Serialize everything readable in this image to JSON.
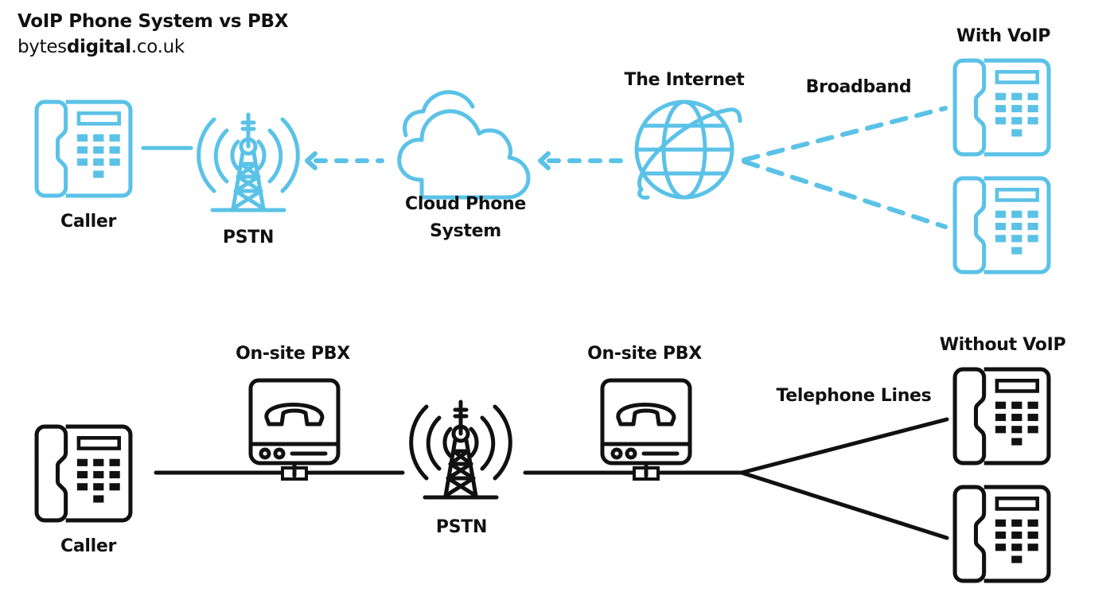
{
  "header": {
    "title": "VoIP Phone System vs PBX",
    "brand_prefix": "bytes",
    "brand_bold": "digital",
    "brand_suffix": ".co.uk"
  },
  "colors": {
    "voip_accent": "#5bc2e7",
    "pbx_stroke": "#111111",
    "text": "#111111",
    "background": "#ffffff"
  },
  "voip_section": {
    "heading": "With VoIP",
    "nodes": {
      "caller": {
        "label": "Caller",
        "icon": "desk-phone-icon"
      },
      "pstn": {
        "label": "PSTN",
        "icon": "radio-tower-icon"
      },
      "cloud": {
        "label_line1": "Cloud Phone",
        "label_line2": "System",
        "icon": "cloud-icon"
      },
      "internet": {
        "label": "The Internet",
        "icon": "globe-icon"
      },
      "phones": [
        {
          "icon": "desk-phone-icon"
        },
        {
          "icon": "desk-phone-icon"
        }
      ]
    },
    "link_label": "Broadband",
    "links": [
      {
        "from": "caller",
        "to": "pstn",
        "style": "solid"
      },
      {
        "from": "cloud",
        "to": "pstn",
        "style": "dashed-arrow"
      },
      {
        "from": "internet",
        "to": "cloud",
        "style": "dashed-arrow"
      },
      {
        "from": "phones.0",
        "to": "internet",
        "style": "dashed"
      },
      {
        "from": "phones.1",
        "to": "internet",
        "style": "dashed"
      }
    ]
  },
  "pbx_section": {
    "heading": "Without VoIP",
    "nodes": {
      "caller": {
        "label": "Caller",
        "icon": "desk-phone-icon"
      },
      "pbx_left": {
        "label": "On-site PBX",
        "icon": "pbx-box-icon"
      },
      "pstn": {
        "label": "PSTN",
        "icon": "radio-tower-icon"
      },
      "pbx_right": {
        "label": "On-site PBX",
        "icon": "pbx-box-icon"
      },
      "phones": [
        {
          "icon": "desk-phone-icon"
        },
        {
          "icon": "desk-phone-icon"
        }
      ]
    },
    "link_label": "Telephone Lines",
    "links": [
      {
        "from": "caller",
        "to": "pstn",
        "style": "solid",
        "via": "pbx_left"
      },
      {
        "from": "pstn",
        "to": "phones",
        "style": "solid",
        "via": "pbx_right"
      }
    ]
  }
}
